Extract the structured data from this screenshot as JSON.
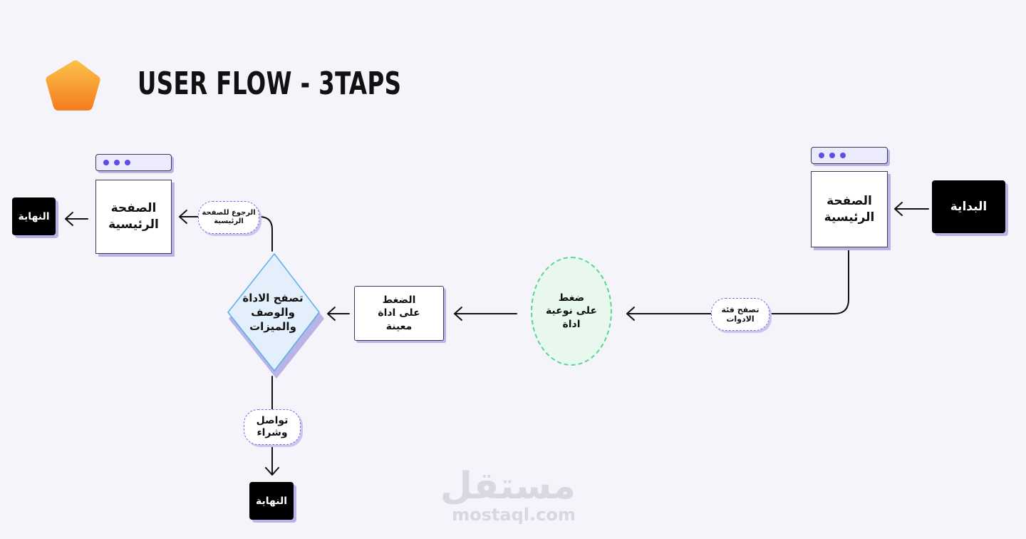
{
  "header": {
    "title": "USER FLOW - 3TAPS",
    "logo_icon": "pentagon-icon",
    "logo_color": "#f5a623"
  },
  "nodes": {
    "start": "البداية",
    "home_page_1": "الصفحة\nالرئيسية",
    "browse_category": "تصفح فئة\nالادوات",
    "tap_tool_type": "ضغط\nعلى نوعية\nاداة",
    "tap_specific_tool": "الضغط\nعلى اداة\nمعينة",
    "browse_tool": "تصفح الاداة\nوالوصف\nوالميزات",
    "back_to_home": "الرجوع للصفحة\nالرئيسية",
    "home_page_2": "الصفحة\nالرئيسية",
    "end_1": "النهاية",
    "contact_buy": "تواصل\nوشراء",
    "end_2": "النهاية"
  },
  "watermark": {
    "arabic": "مستقل",
    "latin": "mostaql.com"
  },
  "colors": {
    "background": "#f5f4fb",
    "accent_purple": "#5b4ee6",
    "shadow": "#b8b4e6",
    "diamond_fill": "#e3f0fb",
    "diamond_stroke": "#5aaee8",
    "oval_fill": "#e8f8ee",
    "oval_stroke": "#58d68d"
  }
}
